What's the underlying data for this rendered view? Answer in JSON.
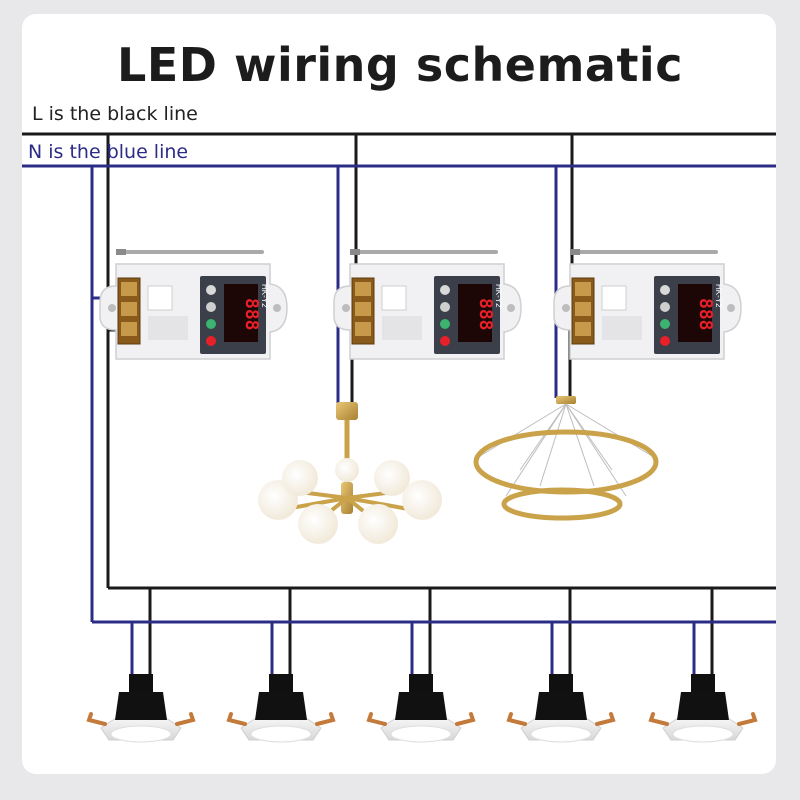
{
  "title": "LED wiring schematic",
  "wires": {
    "live_label": "L is the black line",
    "neutral_label": "N is the blue line",
    "live_color": "#1a1a1a",
    "neutral_color": "#2b2c86"
  },
  "switches": [
    {
      "model": "HK-Y2",
      "display": "888"
    },
    {
      "model": "HK-Y2",
      "display": "888"
    },
    {
      "model": "HK-Y2",
      "display": "888"
    }
  ],
  "fixtures": {
    "chandelier": "globe-chandelier-icon",
    "ring_lamp": "ring-pendant-lamp-icon",
    "downlight": "recessed-downlight-icon",
    "downlight_count": 5
  },
  "colors": {
    "display_red": "#e8202a",
    "panel_dark": "#3a3f4a",
    "brass": "#c9a24a"
  }
}
